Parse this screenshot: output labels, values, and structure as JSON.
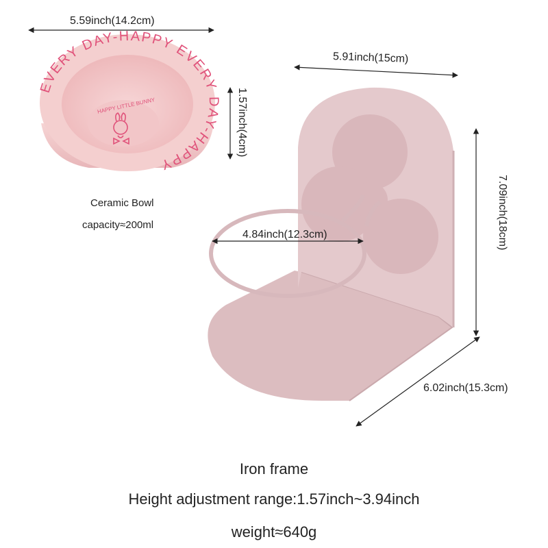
{
  "bowl": {
    "width_label": "5.59inch(14.2cm)",
    "height_label": "1.57inch(4cm)",
    "rim_text": "EVERY DAY-HAPPY EVERY DAY-HAPPY",
    "inner_text": "HAPPY LITTLE BUNNY",
    "caption_line1": "Ceramic Bowl",
    "caption_line2": "capacity≈200ml"
  },
  "frame": {
    "width_label": "5.91inch(15cm)",
    "height_label": "7.09inch(18cm)",
    "depth_label": "6.02inch(15.3cm)",
    "ring_label": "4.84inch(12.3cm)"
  },
  "specs": {
    "material": "Iron frame",
    "height_range": "Height adjustment range:1.57inch~3.94inch",
    "weight": "weight≈640g"
  },
  "colors": {
    "frame_pink": "#dfc3c6",
    "bowl_pink": "#f3c8c9",
    "text_pink": "#e0527a"
  }
}
